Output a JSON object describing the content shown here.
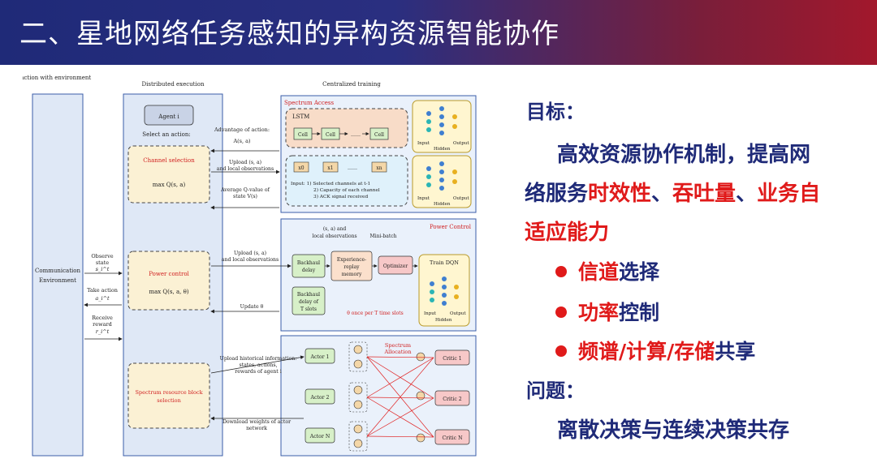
{
  "title": "二、星地网络任务感知的异构资源智能协作",
  "right_panel": {
    "goal_heading": "目标：",
    "goal_l1": "高效资源协作机制，提高网",
    "goal_l2a": "络服务",
    "goal_l2b": "时效性",
    "goal_l2c": "、",
    "goal_l2d": "吞吐量",
    "goal_l2e": "、",
    "goal_l2f": "业务自",
    "goal_l3": "适应能力",
    "bullets": [
      {
        "red": "信道",
        "blue": "选择"
      },
      {
        "red": "功率",
        "blue": "控制"
      },
      {
        "red": "频谱/计算/存储",
        "blue": "共享"
      }
    ],
    "problem_heading": "问题：",
    "problem_text": "离散决策与连续决策共存"
  },
  "diagram": {
    "col_env": "Interaction with environment",
    "col_dist": "Distributed execution",
    "col_central": "Centralized training",
    "env_label_1": "Communication",
    "env_label_2": "Environment",
    "observe": "Observe state",
    "observe_sym": "s_i^t",
    "take_action": "Take action",
    "take_action_sym": "a_i^t",
    "receive": "Receive reward",
    "receive_sym": "r_i^t",
    "agent": "Agent i",
    "select_action": "Select an action:",
    "channel_selection": "Channel selection",
    "channel_formula": "max Q(s, a)",
    "power_control": "Power control",
    "power_formula": "max Q(s, a, θ)",
    "spectrum_block": "Spectrum resource block selection",
    "adv_action": "Advantage of action:",
    "adv_formula": "A(s, a)",
    "upload_obs": "Upload (s, a) and local observations",
    "avg_q": "Average Q-value of state V(s)",
    "upload_obs2": "Upload (s, a) and local observations",
    "update": "Update θ",
    "upload_hist": "Upload historical information: states, actions, rewards of agent i",
    "download": "Download weights of actor network",
    "spectrum_access": "Spectrum Access",
    "lstm": "LSTM",
    "cell": "Cell",
    "dots": "……",
    "x0": "x0",
    "x1": "x1",
    "xn": "xn",
    "input_note_1": "Input:  1) Selected channels at t-1",
    "input_note_2": "2) Capacity of each channel",
    "input_note_3": "3) ACK signal received",
    "nn_input": "Input",
    "nn_output": "Output",
    "nn_hidden": "Hidden",
    "power_control_title": "Power Control",
    "local_obs": "(s, a) and local observations",
    "mini_batch": "Mini-batch",
    "backhaul": "Backhaul delay",
    "exp_replay": "Experience-replay memory",
    "optimizer": "Optimizer",
    "train_dqn": "Train DQN",
    "backhaul2": "Backhaul delay of T slots",
    "theta_once": "θ once per T time slots",
    "spectrum_alloc": "Spectrum Allocation",
    "actor1": "Actor 1",
    "actor2": "Actor 2",
    "actorN": "Actor N",
    "critic1": "Critic 1",
    "critic2": "Critic 2",
    "criticN": "Critic N"
  }
}
